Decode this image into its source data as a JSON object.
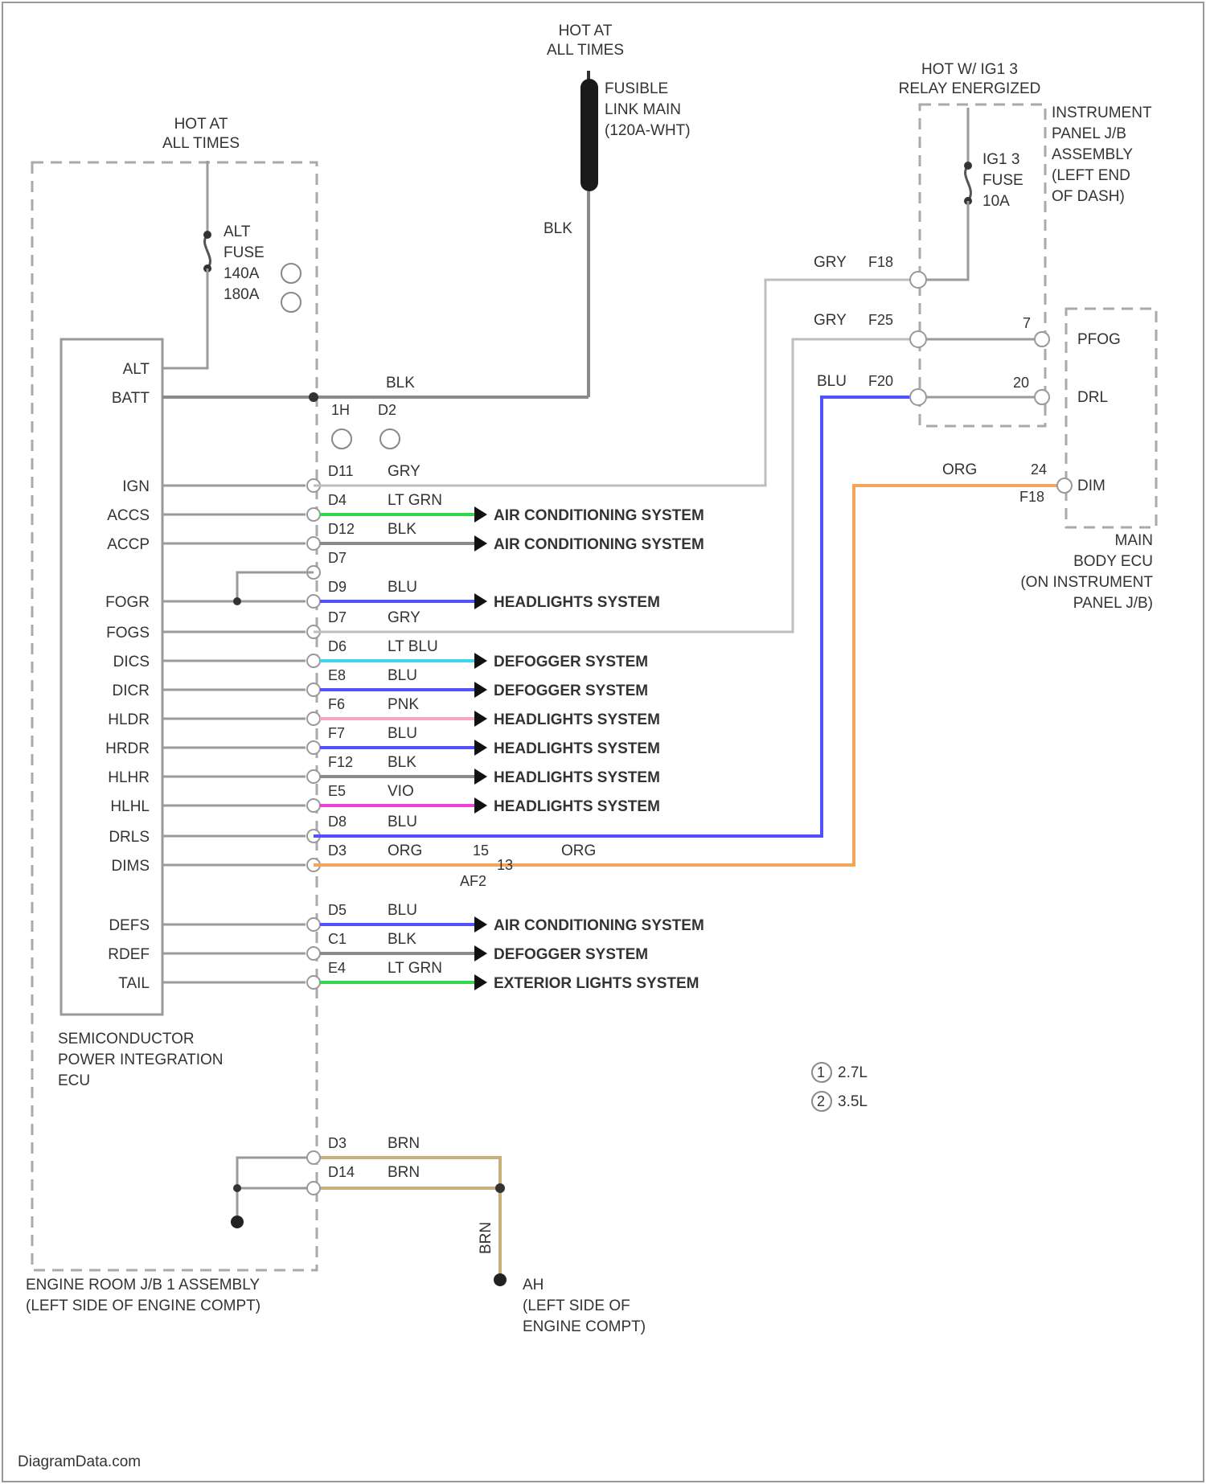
{
  "feeds": {
    "hot_at_all_times_top": [
      "HOT AT",
      "ALL TIMES"
    ],
    "hot_at_all_times_left": [
      "HOT AT",
      "ALL TIMES"
    ],
    "hot_w_ig1_relay": [
      "HOT W/ IG1 3",
      "RELAY ENERGIZED"
    ]
  },
  "fusible_link": [
    "FUSIBLE",
    "LINK MAIN",
    "(120A-WHT)"
  ],
  "fusible_wire_color": "BLK",
  "alt_fuse": [
    "ALT",
    "FUSE",
    "140A",
    "180A"
  ],
  "ig1_fuse": [
    "IG1 3",
    "FUSE",
    "10A"
  ],
  "instrument_jb": [
    "INSTRUMENT",
    "PANEL J/B",
    "ASSEMBLY",
    "(LEFT END",
    "OF DASH)"
  ],
  "main_body_ecu": {
    "label": [
      "MAIN",
      "BODY ECU",
      "(ON INSTRUMENT",
      "PANEL J/B)"
    ],
    "pins": [
      "PFOG",
      "DRL",
      "DIM"
    ]
  },
  "ecu": {
    "label": [
      "SEMICONDUCTOR",
      "POWER INTEGRATION",
      "ECU"
    ],
    "pins": [
      "ALT",
      "BATT",
      "IGN",
      "ACCS",
      "ACCP",
      "FOGR",
      "FOGS",
      "DICS",
      "DICR",
      "HLDR",
      "HRDR",
      "HLHR",
      "HLHL",
      "DRLS",
      "DIMS",
      "DEFS",
      "RDEF",
      "TAIL"
    ]
  },
  "engine_jb": [
    "ENGINE ROOM J/B 1 ASSEMBLY",
    "(LEFT SIDE OF ENGINE COMPT)"
  ],
  "ground": {
    "name": "AH",
    "desc": [
      "(LEFT SIDE OF",
      "ENGINE COMPT)"
    ]
  },
  "ground_wire_color": "BRN",
  "batt_wire": {
    "color": "BLK",
    "pins": [
      "1H",
      "D2"
    ]
  },
  "circuits": [
    {
      "pin": "D11",
      "color": "GRY",
      "dest": ""
    },
    {
      "pin": "D4",
      "color": "LT GRN",
      "dest": "AIR CONDITIONING SYSTEM"
    },
    {
      "pin": "D12",
      "color": "BLK",
      "dest": "AIR CONDITIONING SYSTEM"
    },
    {
      "pin": "D7",
      "color": "",
      "dest": ""
    },
    {
      "pin": "D9",
      "color": "BLU",
      "dest": "HEADLIGHTS SYSTEM"
    },
    {
      "pin": "D7",
      "color": "GRY",
      "dest": ""
    },
    {
      "pin": "D6",
      "color": "LT BLU",
      "dest": "DEFOGGER SYSTEM"
    },
    {
      "pin": "E8",
      "color": "BLU",
      "dest": "DEFOGGER SYSTEM"
    },
    {
      "pin": "F6",
      "color": "PNK",
      "dest": "HEADLIGHTS SYSTEM"
    },
    {
      "pin": "F7",
      "color": "BLU",
      "dest": "HEADLIGHTS SYSTEM"
    },
    {
      "pin": "F12",
      "color": "BLK",
      "dest": "HEADLIGHTS SYSTEM"
    },
    {
      "pin": "E5",
      "color": "VIO",
      "dest": "HEADLIGHTS SYSTEM"
    },
    {
      "pin": "D8",
      "color": "BLU",
      "dest": ""
    },
    {
      "pin": "D3",
      "color": "ORG",
      "dest": ""
    },
    {
      "pin": "D5",
      "color": "BLU",
      "dest": "AIR CONDITIONING SYSTEM"
    },
    {
      "pin": "C1",
      "color": "BLK",
      "dest": "DEFOGGER SYSTEM"
    },
    {
      "pin": "E4",
      "color": "LT GRN",
      "dest": "EXTERIOR LIGHTS SYSTEM"
    }
  ],
  "dim_splice": {
    "pin": "15",
    "color": "ORG",
    "connector": "AF2",
    "tag": "13"
  },
  "jb_pins": [
    {
      "pin": "F18",
      "color": "GRY"
    },
    {
      "pin": "F25",
      "color": "GRY"
    },
    {
      "pin": "F20",
      "color": "BLU"
    }
  ],
  "ecu_side_pins": [
    "7",
    "20",
    "24",
    "F18"
  ],
  "dim_color": "ORG",
  "ground_pins": [
    {
      "pin": "D3",
      "color": "BRN"
    },
    {
      "pin": "D14",
      "color": "BRN"
    }
  ],
  "legend": [
    {
      "key": "1",
      "label": "2.7L"
    },
    {
      "key": "2",
      "label": "3.5L"
    }
  ],
  "watermark": "DiagramData.com",
  "colors": {
    "GRY": "#bdbdbd",
    "BLK": "#8a8a8a",
    "BLU": "#5151ff",
    "LT BLU": "#3fd6e8",
    "LT GRN": "#2fd84a",
    "PNK": "#f6a7c0",
    "VIO": "#f040d8",
    "ORG": "#f4a55a",
    "BRN": "#c8b07c"
  }
}
